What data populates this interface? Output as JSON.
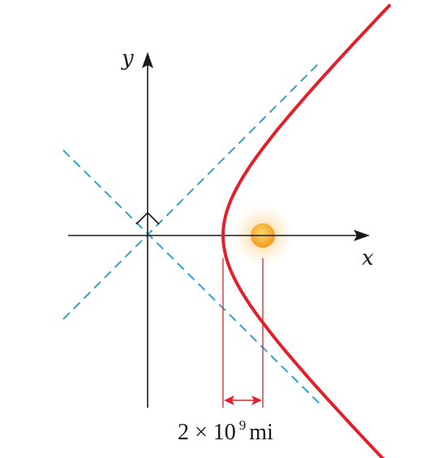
{
  "axes": {
    "x_label": "x",
    "y_label": "y"
  },
  "dimension": {
    "coefficient": "2 × 10",
    "exponent": "9",
    "unit": " mi"
  },
  "colors": {
    "axes": "#1a1a1a",
    "asymptote": "#2aa3d4",
    "hyperbola": "#e3202a",
    "dimension_lines": "#e3202a",
    "sun_core": "#f7a62a",
    "sun_glow": "#fde3b4"
  },
  "elements": {
    "right_angle_marker": "right-angle-icon",
    "focus": "sun-icon"
  }
}
